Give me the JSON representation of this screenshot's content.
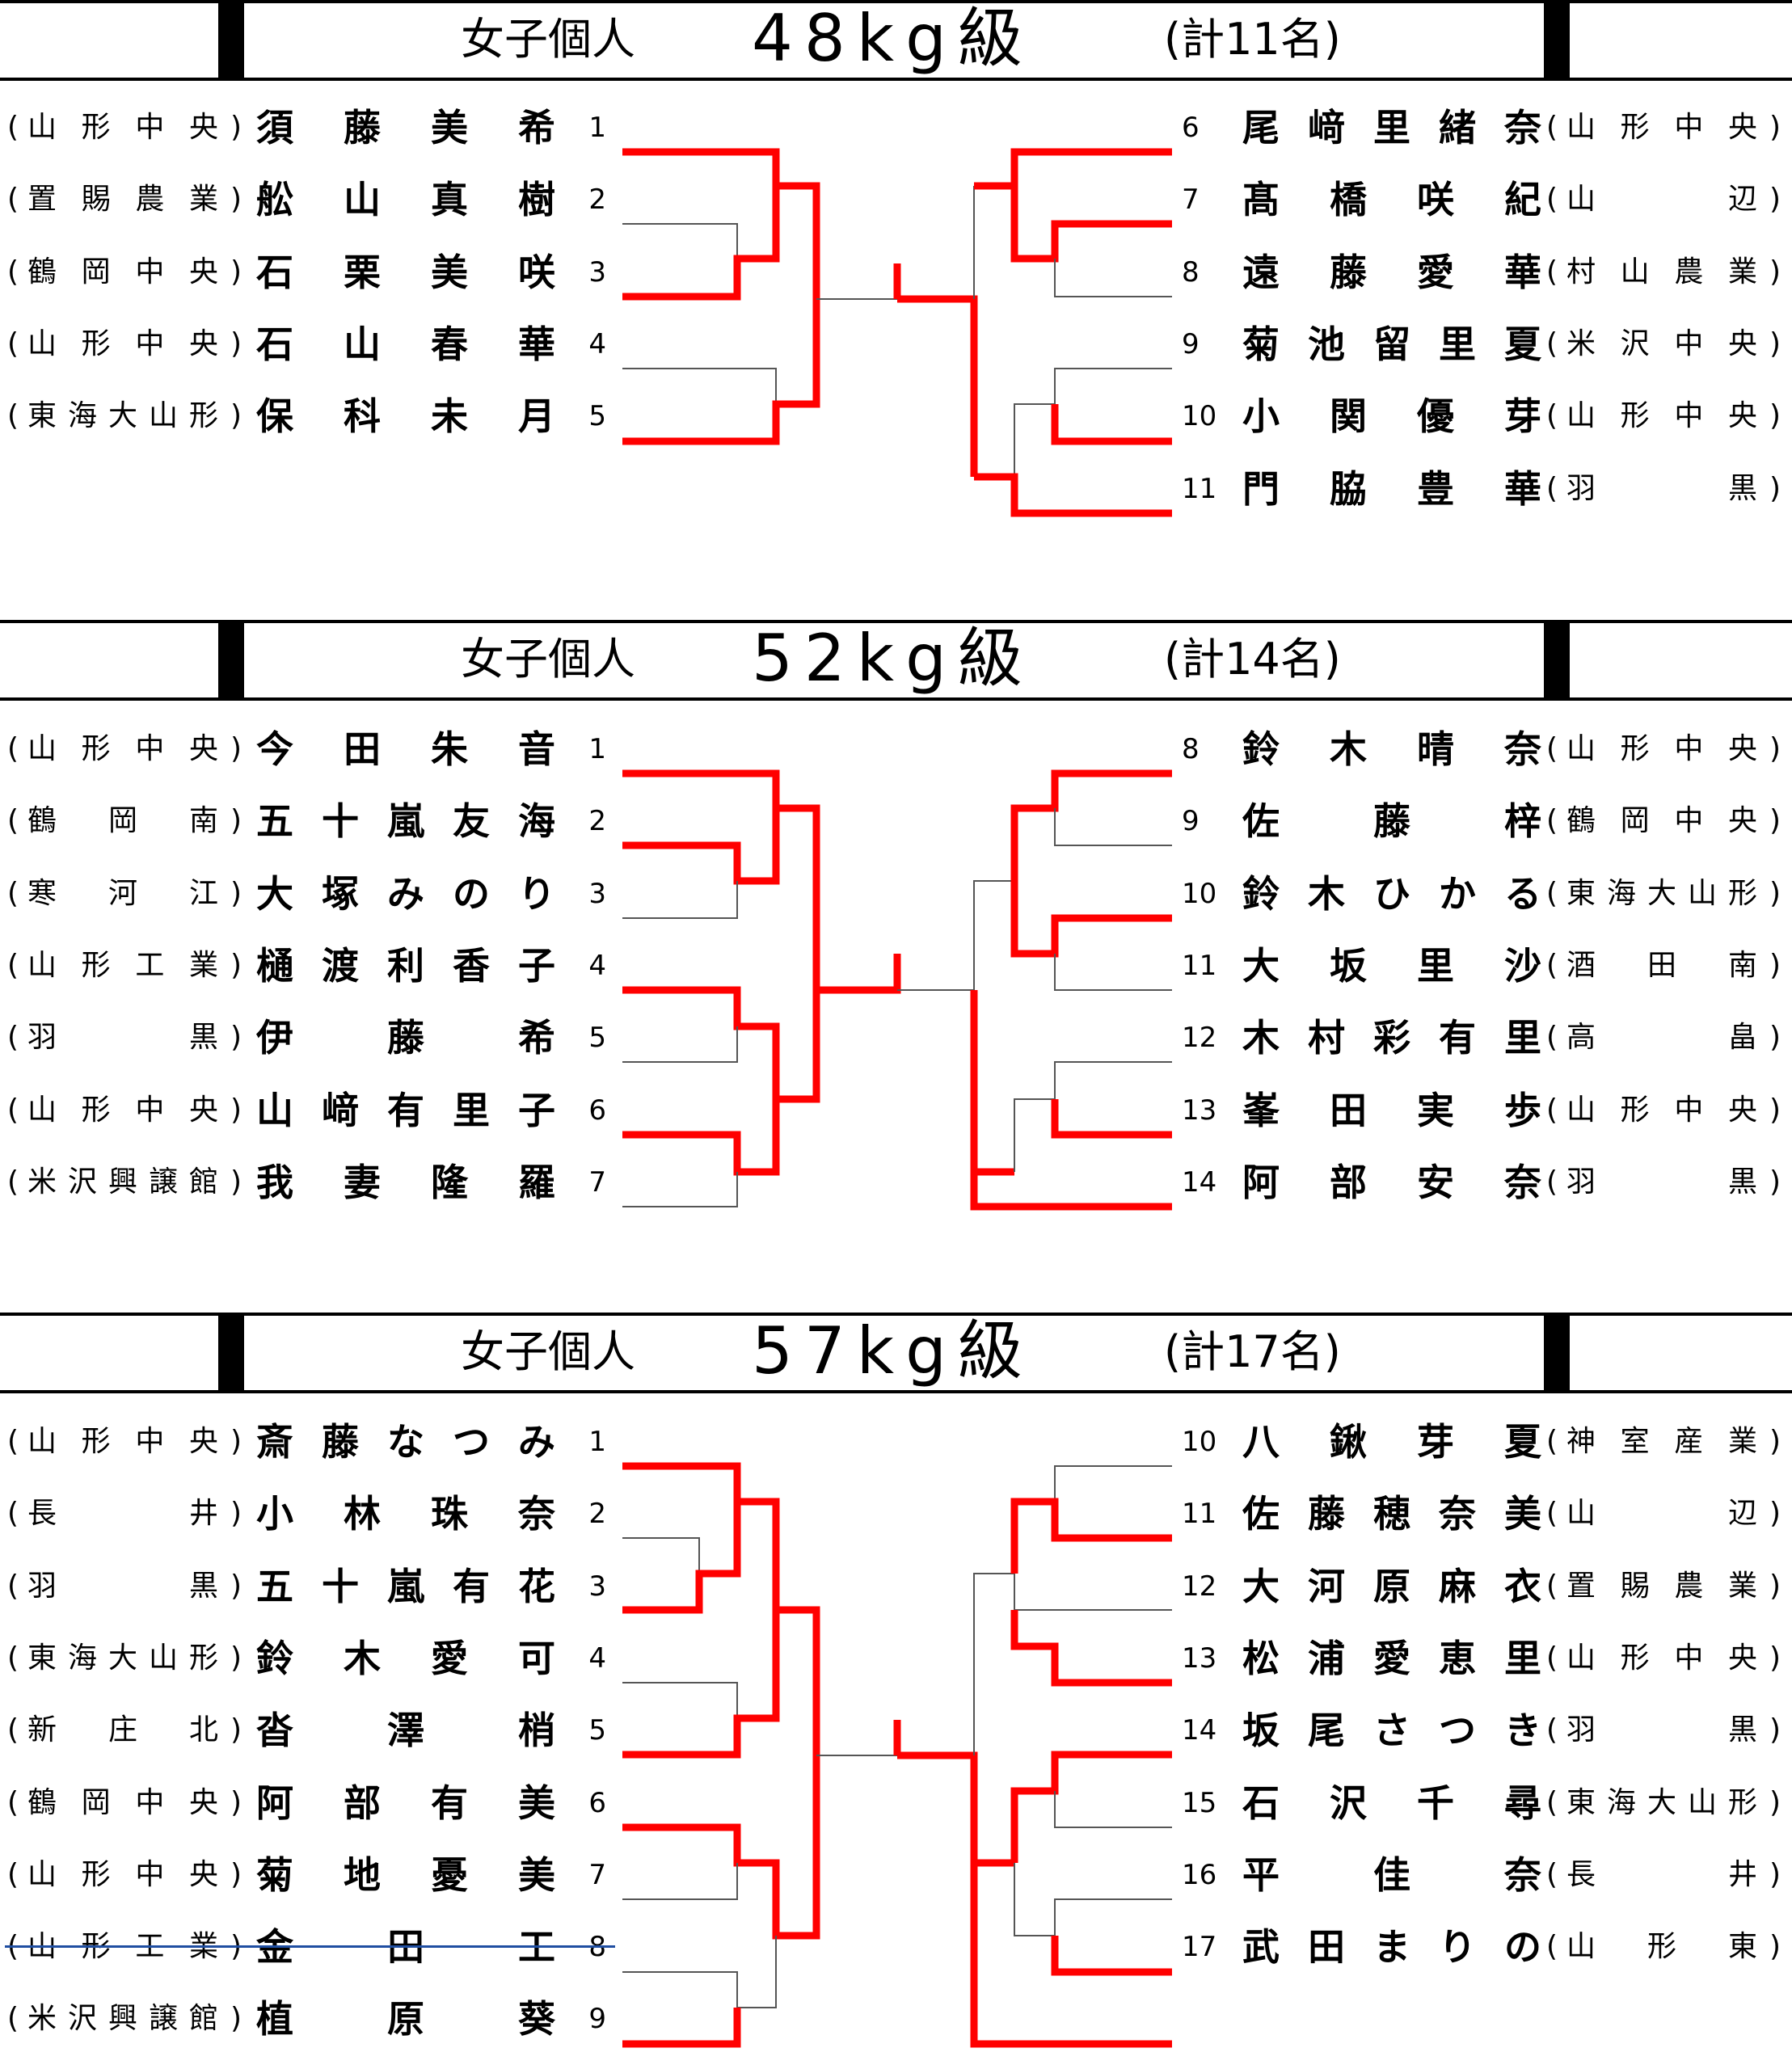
{
  "divisions": [
    {
      "category": "女子個人",
      "weight": "48kg級",
      "count": "(計11名)",
      "left": [
        {
          "seed": "1",
          "name": "須藤美希",
          "school": "山形中央"
        },
        {
          "seed": "2",
          "name": "舩山真樹",
          "school": "置賜農業"
        },
        {
          "seed": "3",
          "name": "石栗美咲",
          "school": "鶴岡中央"
        },
        {
          "seed": "4",
          "name": "石山春華",
          "school": "山形中央"
        },
        {
          "seed": "5",
          "name": "保科未月",
          "school": "東海大山形"
        }
      ],
      "right": [
        {
          "seed": "6",
          "name": "尾﨑里緒奈",
          "school": "山形中央"
        },
        {
          "seed": "7",
          "name": "髙橋咲紀",
          "school": "山辺"
        },
        {
          "seed": "8",
          "name": "遠藤愛華",
          "school": "村山農業"
        },
        {
          "seed": "9",
          "name": "菊池留里夏",
          "school": "米沢中央"
        },
        {
          "seed": "10",
          "name": "小関優芽",
          "school": "山形中央"
        },
        {
          "seed": "11",
          "name": "門脇豊華",
          "school": "羽黒"
        }
      ]
    },
    {
      "category": "女子個人",
      "weight": "52kg級",
      "count": "(計14名)",
      "left": [
        {
          "seed": "1",
          "name": "今田朱音",
          "school": "山形中央"
        },
        {
          "seed": "2",
          "name": "五十嵐友海",
          "school": "鶴岡南"
        },
        {
          "seed": "3",
          "name": "大塚みのり",
          "school": "寒河江"
        },
        {
          "seed": "4",
          "name": "樋渡利香子",
          "school": "山形工業"
        },
        {
          "seed": "5",
          "name": "伊藤希",
          "school": "羽黒"
        },
        {
          "seed": "6",
          "name": "山﨑有里子",
          "school": "山形中央"
        },
        {
          "seed": "7",
          "name": "我妻隆羅",
          "school": "米沢興譲館"
        }
      ],
      "right": [
        {
          "seed": "8",
          "name": "鈴木晴奈",
          "school": "山形中央"
        },
        {
          "seed": "9",
          "name": "佐藤梓",
          "school": "鶴岡中央"
        },
        {
          "seed": "10",
          "name": "鈴木ひかる",
          "school": "東海大山形"
        },
        {
          "seed": "11",
          "name": "大坂里沙",
          "school": "酒田南"
        },
        {
          "seed": "12",
          "name": "木村彩有里",
          "school": "高畠"
        },
        {
          "seed": "13",
          "name": "峯田実歩",
          "school": "山形中央"
        },
        {
          "seed": "14",
          "name": "阿部安奈",
          "school": "羽黒"
        }
      ]
    },
    {
      "category": "女子個人",
      "weight": "57kg級",
      "count": "(計17名)",
      "left": [
        {
          "seed": "1",
          "name": "斎藤なつみ",
          "school": "山形中央"
        },
        {
          "seed": "2",
          "name": "小林珠奈",
          "school": "長井"
        },
        {
          "seed": "3",
          "name": "五十嵐有花",
          "school": "羽黒"
        },
        {
          "seed": "4",
          "name": "鈴木愛可",
          "school": "東海大山形"
        },
        {
          "seed": "5",
          "name": "沓澤梢",
          "school": "新庄北"
        },
        {
          "seed": "6",
          "name": "阿部有美",
          "school": "鶴岡中央"
        },
        {
          "seed": "7",
          "name": "菊地憂美",
          "school": "山形中央"
        },
        {
          "seed": "8",
          "name": "金田工",
          "school": "山形工業",
          "withdrawn": true
        },
        {
          "seed": "9",
          "name": "植原葵",
          "school": "米沢興譲館"
        }
      ],
      "right": [
        {
          "seed": "10",
          "name": "八鍬芽夏",
          "school": "神室産業"
        },
        {
          "seed": "11",
          "name": "佐藤穂奈美",
          "school": "山辺"
        },
        {
          "seed": "12",
          "name": "大河原麻衣",
          "school": "置賜農業"
        },
        {
          "seed": "13",
          "name": "松浦愛恵里",
          "school": "山形中央"
        },
        {
          "seed": "14",
          "name": "坂尾さつき",
          "school": "羽黒"
        },
        {
          "seed": "15",
          "name": "石沢千尋",
          "school": "東海大山形"
        },
        {
          "seed": "16",
          "name": "平佳奈",
          "school": "長井"
        },
        {
          "seed": "17",
          "name": "武田まりの",
          "school": "山形東"
        }
      ]
    }
  ],
  "colors": {
    "winner_line": "#ff0000",
    "bracket_line": "#555555",
    "strike": "#1f4ea1"
  }
}
